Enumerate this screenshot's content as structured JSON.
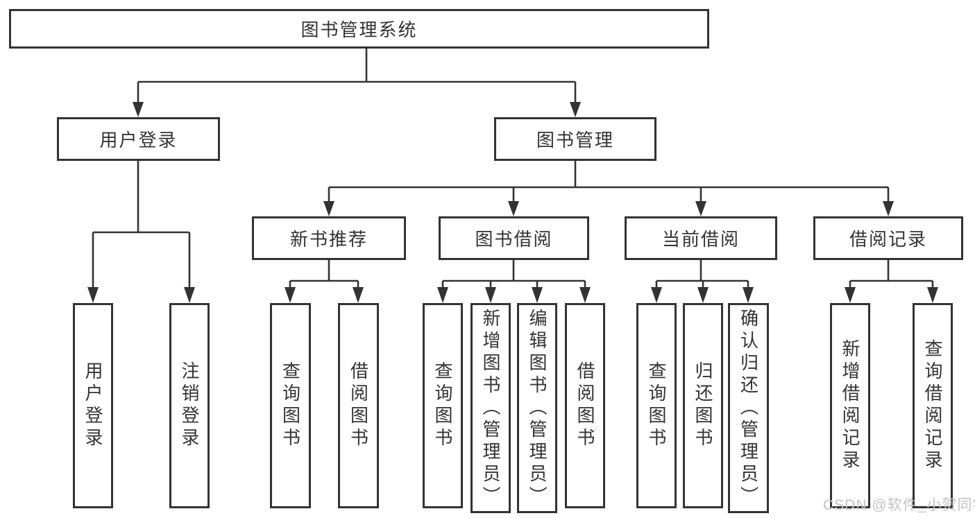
{
  "tree": {
    "root": {
      "label": "图书管理系统"
    },
    "branches": [
      {
        "label": "用户登录",
        "children": [
          "用户登录",
          "注销登录"
        ]
      },
      {
        "label": "图书管理",
        "children": [
          {
            "label": "新书推荐",
            "children": [
              "查询图书",
              "借阅图书"
            ]
          },
          {
            "label": "图书借阅",
            "children": [
              "查询图书",
              "新增图书（管理员）",
              "编辑图书（管理员）",
              "借阅图书"
            ]
          },
          {
            "label": "当前借阅",
            "children": [
              "查询图书",
              "归还图书",
              "确认归还（管理员）"
            ]
          },
          {
            "label": "借阅记录",
            "children": [
              "新增借阅记录",
              "查询借阅记录"
            ]
          }
        ]
      }
    ]
  },
  "watermark": {
    "text": "CSDN @软件_小贺同学"
  },
  "colors": {
    "line": "#333333",
    "box_border": "#333333",
    "text": "#333333",
    "background": "#ffffff",
    "watermark": "#c3c3c3"
  }
}
